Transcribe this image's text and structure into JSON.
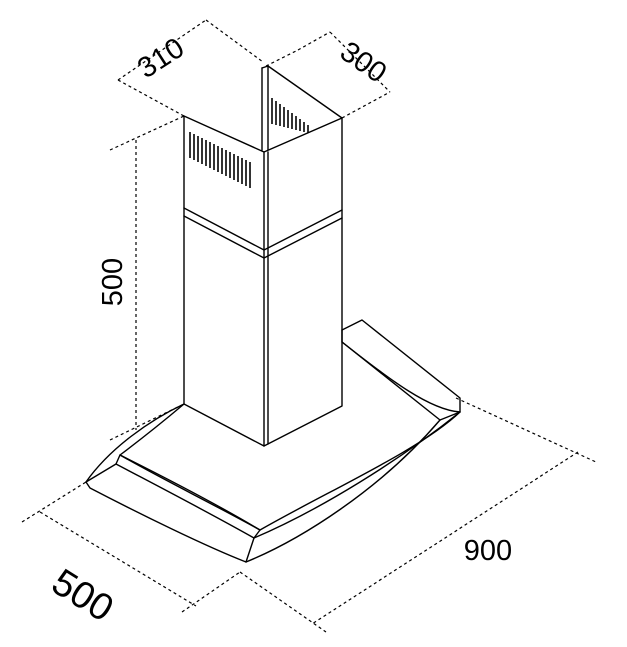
{
  "dimensions": {
    "chimney_depth": "310",
    "chimney_width": "300",
    "chimney_height": "500",
    "canopy_width": "900",
    "canopy_depth": "500"
  },
  "colors": {
    "line": "#000000",
    "background": "#ffffff"
  }
}
